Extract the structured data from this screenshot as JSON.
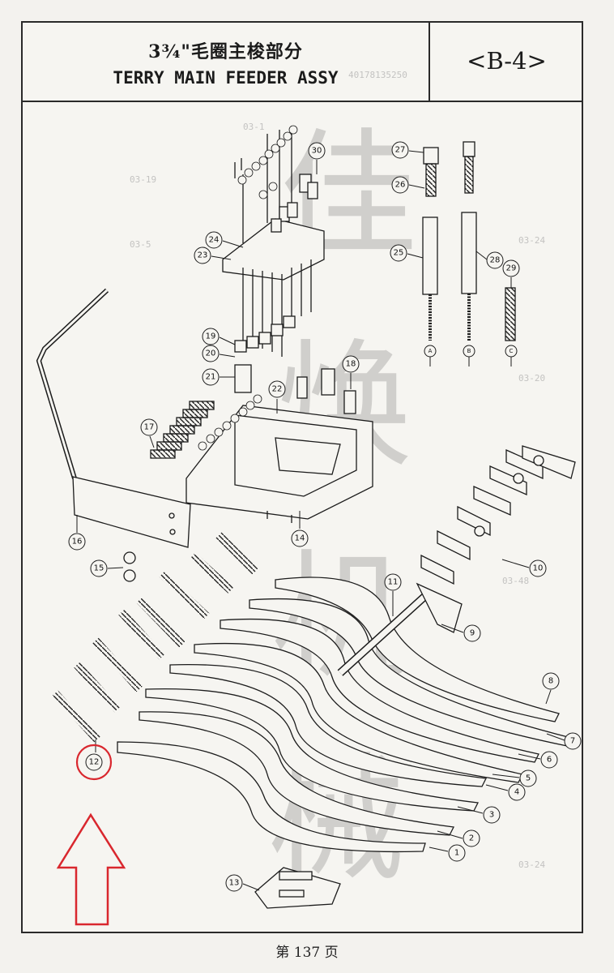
{
  "header": {
    "title_cn": "3¾\"毛圈主梭部分",
    "title_en": "TERRY MAIN FEEDER ASSY",
    "code": "<B-4>"
  },
  "watermark": [
    "佳",
    "焕",
    "机",
    "械"
  ],
  "balloons": [
    "1",
    "2",
    "3",
    "4",
    "5",
    "6",
    "7",
    "8",
    "9",
    "10",
    "11",
    "12",
    "13",
    "14",
    "15",
    "16",
    "17",
    "18",
    "19",
    "20",
    "21",
    "22",
    "23",
    "24",
    "25",
    "26",
    "27",
    "28",
    "29",
    "30"
  ],
  "letter_tags": {
    "A": "A",
    "B": "B",
    "C": "C"
  },
  "footer": {
    "page": "第 137 页"
  },
  "highlight": {
    "part": "12",
    "color": "#d9272e"
  }
}
